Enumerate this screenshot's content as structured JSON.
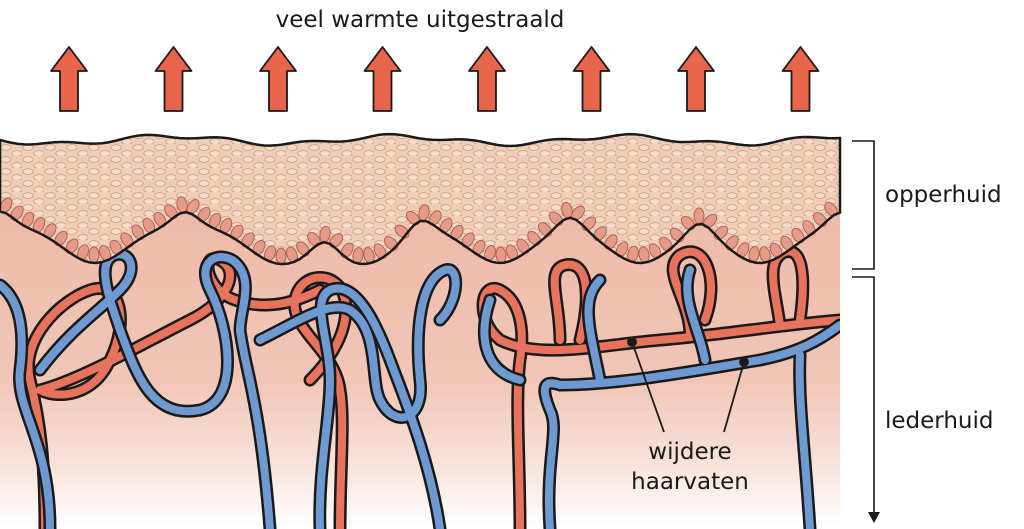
{
  "title": "veel warmte uitgestraald",
  "labels": {
    "epidermis": "opperhuid",
    "dermis": "lederhuid",
    "capillaries_line1": "wijdere",
    "capillaries_line2": "haarvaten"
  },
  "colors": {
    "arrow_fill": "#e8644a",
    "epidermis_fill": "#f0cdb6",
    "cell_fill": "#f7dccb",
    "basal_cell_fill": "#e69a87",
    "dermis_fill": "#eeb9a8",
    "artery": "#e8735d",
    "vein": "#6f9ad1",
    "outline": "#1a1a1a"
  },
  "icons": {
    "arrows": "up-arrow-icon"
  },
  "arrow_count": 8
}
